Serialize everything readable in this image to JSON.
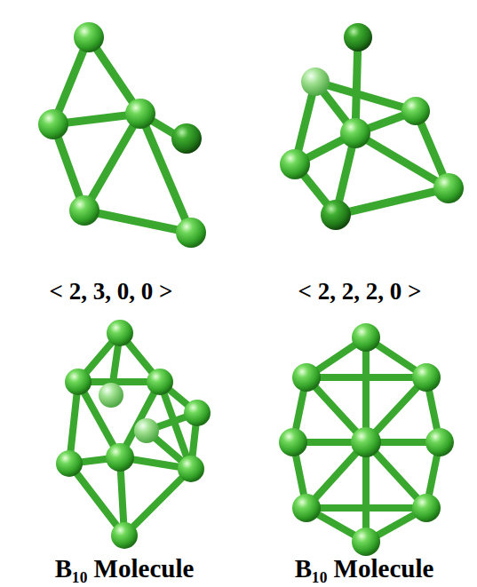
{
  "diagram": {
    "labels": [
      "< 2, 3, 0, 0 >",
      "< 2, 2, 2, 0 >",
      "B₁₀ Molecule",
      "B₁₀ Molecule"
    ]
  }
}
